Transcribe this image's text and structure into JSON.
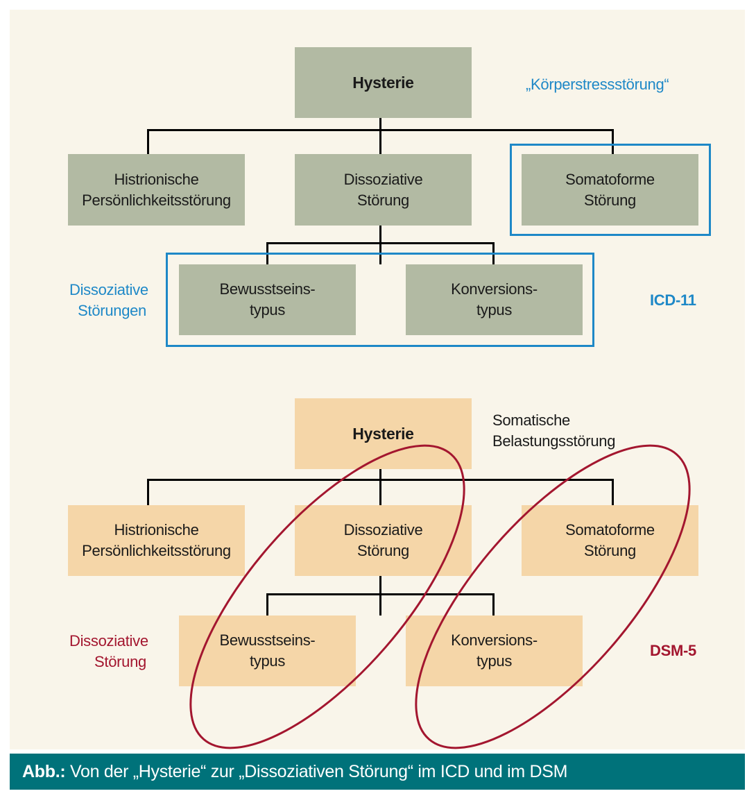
{
  "icd": {
    "top": "Hysterie",
    "top_note": "„Körperstressstörung“",
    "child_left_1": "Histrionische",
    "child_left_2": "Persönlichkeitsstörung",
    "child_mid_1": "Dissoziative",
    "child_mid_2": "Störung",
    "child_right_1": "Somatoforme",
    "child_right_2": "Störung",
    "sub_left_1": "Bewusstseins-",
    "sub_left_2": "typus",
    "sub_right_1": "Konversions-",
    "sub_right_2": "typus",
    "group_label_1": "Dissoziative",
    "group_label_2": "Störungen",
    "system": "ICD-11"
  },
  "dsm": {
    "top": "Hysterie",
    "top_note_1": "Somatische",
    "top_note_2": "Belastungsstörung",
    "child_left_1": "Histrionische",
    "child_left_2": "Persönlichkeitsstörung",
    "child_mid_1": "Dissoziative",
    "child_mid_2": "Störung",
    "child_right_1": "Somatoforme",
    "child_right_2": "Störung",
    "sub_left_1": "Bewusstseins-",
    "sub_left_2": "typus",
    "sub_right_1": "Konversions-",
    "sub_right_2": "typus",
    "group_label_1": "Dissoziative",
    "group_label_2": "Störung",
    "system": "DSM-5"
  },
  "caption": {
    "prefix": "Abb.:",
    "text": " Von der „Hysterie“ zur „Dissoziativen Störung“ im ICD und im DSM"
  },
  "colors": {
    "green_box": "#b2baa3",
    "peach_box": "#f5d6a8",
    "icd_blue": "#1e88c7",
    "dsm_red": "#a3162f",
    "caption_bar": "#00727a",
    "panel_bg": "#f9f5ea"
  }
}
